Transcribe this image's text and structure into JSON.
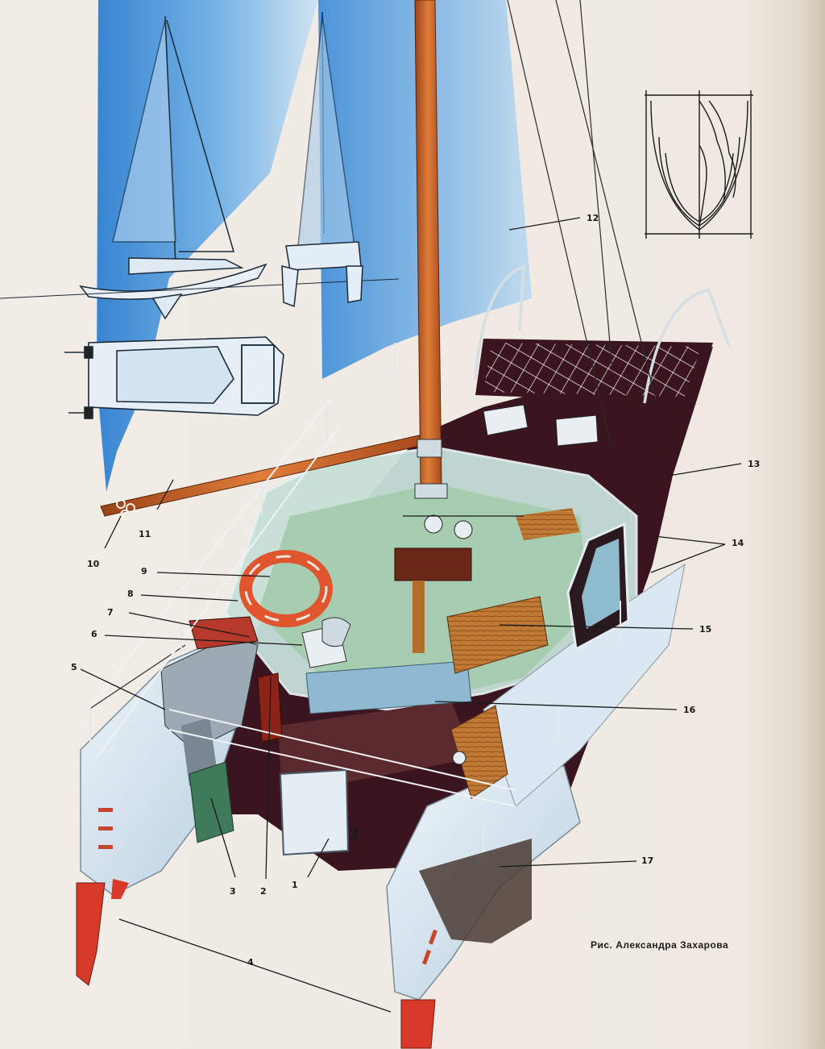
{
  "figure": {
    "credit": "Рис. Александра Захарова",
    "figure_mark": "2"
  },
  "callouts": [
    "1",
    "2",
    "3",
    "4",
    "5",
    "6",
    "7",
    "8",
    "9",
    "10",
    "11",
    "12",
    "13",
    "14",
    "15",
    "16",
    "17"
  ],
  "colors": {
    "sail_blue": "#3f8fd6",
    "hull_dark": "#3a1520",
    "mast_orange": "#c8642a",
    "rudder_red": "#d83a2a",
    "hull_light": "#d7e6f0",
    "cabin_green": "#9dc7a8",
    "wood": "#b9732e"
  }
}
